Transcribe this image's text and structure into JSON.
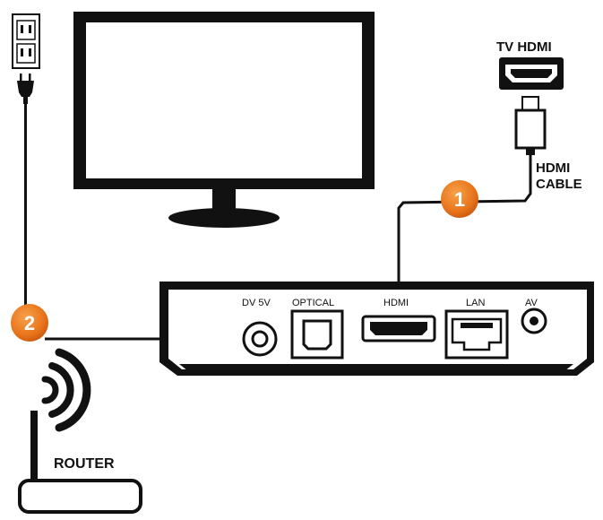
{
  "labels": {
    "tv_hdmi": "TV HDMI",
    "hdmi_cable_line1": "HDMI",
    "hdmi_cable_line2": "CABLE",
    "router": "ROUTER",
    "port_dc": "DV 5V",
    "port_optical": "OPTICAL",
    "port_hdmi": "HDMI",
    "port_lan": "LAN",
    "port_av": "AV"
  },
  "steps": [
    {
      "number": "1"
    },
    {
      "number": "2"
    }
  ],
  "colors": {
    "badge": "#e8731a",
    "ink": "#111111",
    "background": "#ffffff"
  },
  "icons": [
    "power-outlet-icon",
    "power-plug-icon",
    "tv-icon",
    "hdmi-port-icon",
    "hdmi-connector-icon",
    "wifi-signal-icon",
    "router-icon",
    "set-top-box-icon"
  ]
}
